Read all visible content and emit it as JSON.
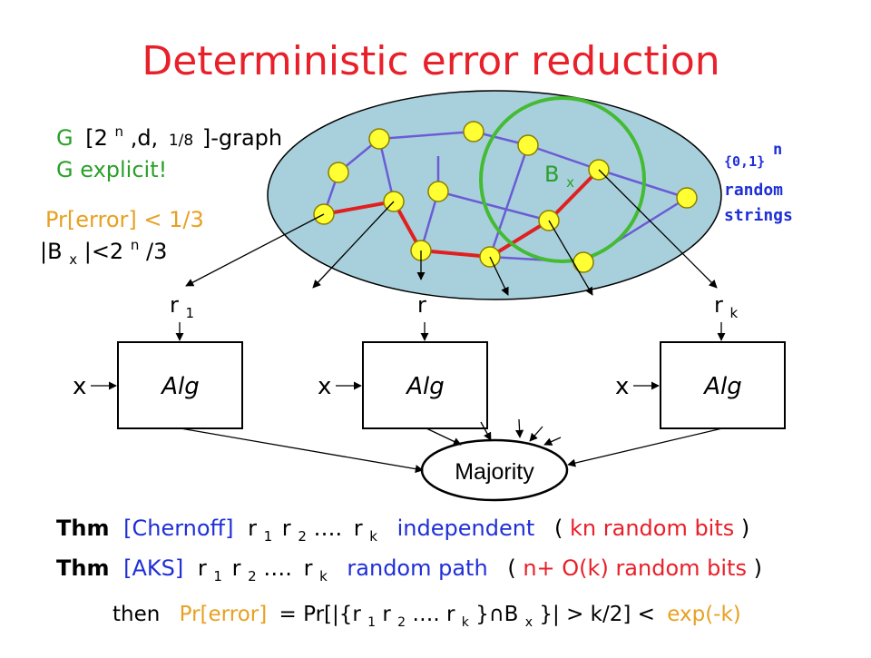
{
  "title": "Deterministic error reduction",
  "colors": {
    "title": "#e8202a",
    "red": "#e8202a",
    "green": "#2aa02a",
    "blue": "#1f2fd6",
    "ellipse_fill": "#a8d0dc",
    "node_fill": "#ffff33",
    "node_stroke": "#8a7d00",
    "edge_blue": "#6b5cd6",
    "edge_red": "#e02020",
    "green_circle": "#44bb33",
    "text": "#000000"
  },
  "left_notes": {
    "graph_g": "G",
    "graph_bracket_open": "[2",
    "graph_n_sup": "n",
    "graph_d": ",d,",
    "graph_frac": "1/8",
    "graph_bracket_close": "]-graph",
    "explicit": "G explicit!",
    "pr_error": "Pr[error] < 1/3",
    "bx_open": "|B",
    "bx_sub": "x",
    "bx_close": "|<2",
    "bx_n_sup": "n",
    "bx_tail": "/3"
  },
  "right_notes": {
    "set": "{0,1}",
    "n_sup": "n",
    "random": "random",
    "strings": "strings"
  },
  "bx_label": {
    "main": "B",
    "sub": "x"
  },
  "r_labels": {
    "r1_main": "r",
    "r1_sub": "1",
    "r_mid": "r",
    "rk_main": "r",
    "rk_sub": "k"
  },
  "algs": [
    {
      "label": "Alg",
      "input": "x"
    },
    {
      "label": "Alg",
      "input": "x"
    },
    {
      "label": "Alg",
      "input": "x"
    }
  ],
  "majority": "Majority",
  "thm1": {
    "thm": "Thm",
    "name": "[Chernoff]",
    "r1": "r",
    "s1": "1",
    "r2": "r",
    "s2": "2",
    "dots": "….",
    "rk": "r",
    "sk": "k",
    "desc": "independent",
    "bits_open": "(",
    "bits": "kn random bits",
    "bits_close": ")"
  },
  "thm2": {
    "thm": "Thm",
    "name": "[AKS]",
    "r1": "r",
    "s1": "1",
    "r2": "r",
    "s2": "2",
    "dots": "….",
    "rk": "r",
    "sk": "k",
    "desc": "random path",
    "bits_open": "(",
    "bits": "n+ O(k) random bits",
    "bits_close": ")"
  },
  "then_line": {
    "then": "then",
    "pr": "Pr[error]",
    "eq": "= Pr[|{r",
    "s1": "1",
    "r2": " r",
    "s2": "2",
    "dots": "…. r",
    "sk": "k",
    "cap": " }∩B",
    "sx": "x",
    "tail": "}| > k/2] <",
    "exp": "exp(-k)"
  }
}
